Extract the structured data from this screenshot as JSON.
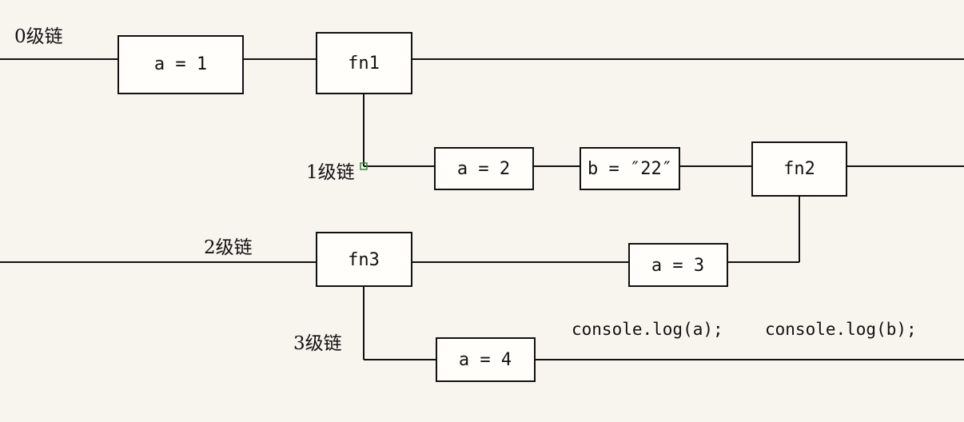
{
  "chains": {
    "level0": "0级链",
    "level1": "1级链",
    "level2": "2级链",
    "level3": "3级链"
  },
  "boxes": {
    "a1": "a = 1",
    "fn1": "fn1",
    "a2": "a = 2",
    "b22": "b = ″22″",
    "fn2": "fn2",
    "fn3": "fn3",
    "a3": "a = 3",
    "a4": "a = 4"
  },
  "code": {
    "log_a": "console.log(a);",
    "log_b": "console.log(b);"
  }
}
